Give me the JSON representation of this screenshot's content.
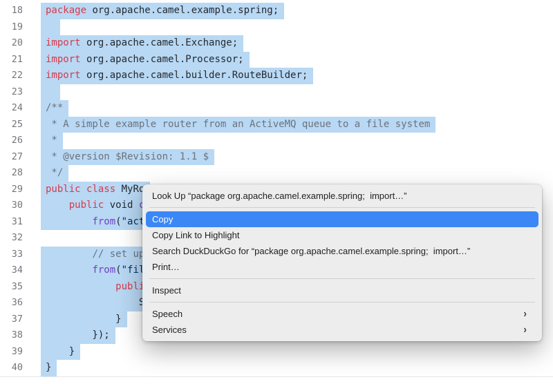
{
  "editor": {
    "selection_color": "#b8d8f4",
    "token_colors": {
      "keyword": "#d73a49",
      "plain": "#24292e",
      "comment": "#6a737d",
      "string": "#032f62",
      "function": "#6f42c1",
      "line_number": "#71767d"
    },
    "lines": [
      {
        "n": "18",
        "selected": true,
        "tokens": [
          [
            "k",
            "package"
          ],
          [
            "p",
            " org.apache.camel.example.spring;"
          ]
        ]
      },
      {
        "n": "19",
        "selected": true,
        "tokens": []
      },
      {
        "n": "20",
        "selected": true,
        "tokens": [
          [
            "k",
            "import"
          ],
          [
            "p",
            " org.apache.camel.Exchange;"
          ]
        ]
      },
      {
        "n": "21",
        "selected": true,
        "tokens": [
          [
            "k",
            "import"
          ],
          [
            "p",
            " org.apache.camel.Processor;"
          ]
        ]
      },
      {
        "n": "22",
        "selected": true,
        "tokens": [
          [
            "k",
            "import"
          ],
          [
            "p",
            " org.apache.camel.builder.RouteBuilder;"
          ]
        ]
      },
      {
        "n": "23",
        "selected": true,
        "tokens": []
      },
      {
        "n": "24",
        "selected": true,
        "tokens": [
          [
            "c",
            "/**"
          ]
        ]
      },
      {
        "n": "25",
        "selected": true,
        "tokens": [
          [
            "c",
            " * A simple example router from an ActiveMQ queue to a file system"
          ]
        ]
      },
      {
        "n": "26",
        "selected": true,
        "tokens": [
          [
            "c",
            " *"
          ]
        ]
      },
      {
        "n": "27",
        "selected": true,
        "tokens": [
          [
            "c",
            " * @version $Revision: 1.1 $"
          ]
        ]
      },
      {
        "n": "28",
        "selected": true,
        "tokens": [
          [
            "c",
            " */"
          ]
        ]
      },
      {
        "n": "29",
        "selected": true,
        "tokens": [
          [
            "k",
            "public class"
          ],
          [
            "p",
            " MyRo"
          ]
        ]
      },
      {
        "n": "30",
        "selected": true,
        "tokens": [
          [
            "p",
            "    "
          ],
          [
            "k",
            "public"
          ],
          [
            "p",
            " void "
          ],
          [
            "f",
            "c"
          ]
        ]
      },
      {
        "n": "31",
        "selected": true,
        "tokens": [
          [
            "p",
            "        "
          ],
          [
            "f",
            "from"
          ],
          [
            "p",
            "("
          ],
          [
            "s",
            "\"act"
          ]
        ]
      },
      {
        "n": "32",
        "selected": false,
        "tokens": []
      },
      {
        "n": "33",
        "selected": true,
        "tokens": [
          [
            "p",
            "        "
          ],
          [
            "c",
            "// set up"
          ]
        ]
      },
      {
        "n": "34",
        "selected": true,
        "tokens": [
          [
            "p",
            "        "
          ],
          [
            "f",
            "from"
          ],
          [
            "p",
            "("
          ],
          [
            "s",
            "\"fil"
          ]
        ]
      },
      {
        "n": "35",
        "selected": true,
        "tokens": [
          [
            "p",
            "            "
          ],
          [
            "k",
            "publi"
          ]
        ]
      },
      {
        "n": "36",
        "selected": true,
        "tokens": [
          [
            "p",
            "                S"
          ]
        ]
      },
      {
        "n": "37",
        "selected": true,
        "tokens": [
          [
            "p",
            "            }"
          ]
        ]
      },
      {
        "n": "38",
        "selected": true,
        "tokens": [
          [
            "p",
            "        });"
          ]
        ]
      },
      {
        "n": "39",
        "selected": true,
        "tokens": [
          [
            "p",
            "    }"
          ]
        ]
      },
      {
        "n": "40",
        "selected": true,
        "tokens": [
          [
            "p",
            "}"
          ]
        ]
      }
    ]
  },
  "context_menu": {
    "background_color": "#ececec",
    "accent_color": "#3b87f6",
    "submenu_arrow": "›",
    "items": [
      {
        "id": "look-up",
        "label": "Look Up “package org.apache.camel.example.spring;  import…”"
      },
      {
        "type": "separator"
      },
      {
        "id": "copy",
        "label": "Copy",
        "highlighted": true
      },
      {
        "id": "copy-link-to-highlight",
        "label": "Copy Link to Highlight"
      },
      {
        "id": "search-duckduckgo",
        "label": "Search DuckDuckGo for “package org.apache.camel.example.spring;  import…”"
      },
      {
        "id": "print",
        "label": "Print…"
      },
      {
        "type": "separator"
      },
      {
        "id": "inspect",
        "label": "Inspect"
      },
      {
        "type": "separator"
      },
      {
        "id": "speech",
        "label": "Speech",
        "submenu": true
      },
      {
        "id": "services",
        "label": "Services",
        "submenu": true
      }
    ]
  }
}
